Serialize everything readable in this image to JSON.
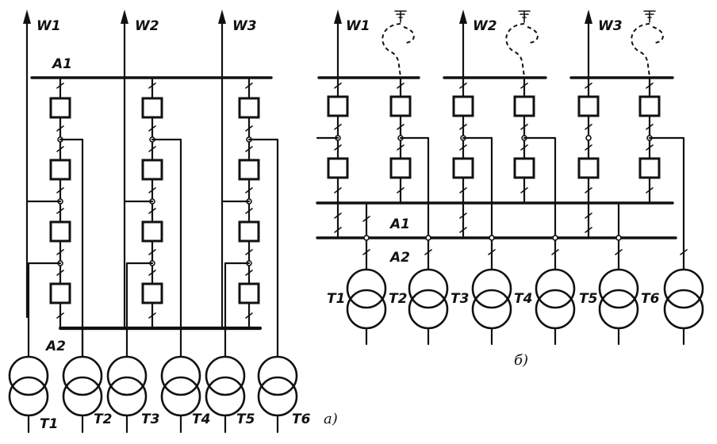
{
  "diagram_a": {
    "lines": [
      "W1",
      "W2",
      "W3"
    ],
    "bus_top": "A1",
    "bus_bottom": "A2",
    "transformers": [
      "T1",
      "T2",
      "T3",
      "T4",
      "T5",
      "T6"
    ],
    "caption": "a)"
  },
  "diagram_b": {
    "lines": [
      "W1",
      "W2",
      "W3"
    ],
    "bus_1": "A1",
    "bus_2": "A2",
    "transformers": [
      "T1",
      "T2",
      "T3",
      "T4",
      "T5",
      "T6"
    ],
    "caption": "б)"
  }
}
